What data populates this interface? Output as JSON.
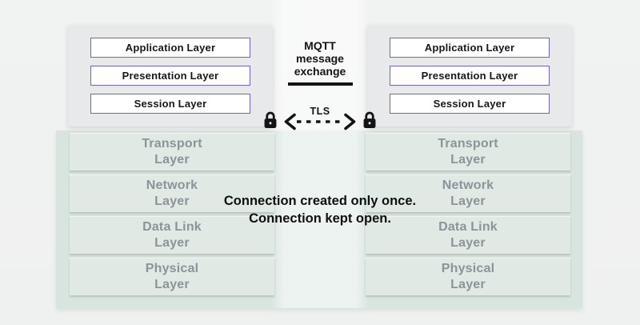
{
  "diagram": {
    "center": {
      "mqtt_label": {
        "line1": "MQTT",
        "line2": "message",
        "line3": "exchange"
      },
      "tls_label": "TLS",
      "note_line1": "Connection created only once.",
      "note_line2": "Connection kept open."
    },
    "left_stack": {
      "upper_layers": [
        "Application Layer",
        "Presentation Layer",
        "Session Layer"
      ],
      "lower_layers": [
        {
          "line1": "Transport",
          "line2": "Layer"
        },
        {
          "line1": "Network",
          "line2": "Layer"
        },
        {
          "line1": "Data Link",
          "line2": "Layer"
        },
        {
          "line1": "Physical",
          "line2": "Layer"
        }
      ]
    },
    "right_stack": {
      "upper_layers": [
        "Application Layer",
        "Presentation Layer",
        "Session Layer"
      ],
      "lower_layers": [
        {
          "line1": "Transport",
          "line2": "Layer"
        },
        {
          "line1": "Network",
          "line2": "Layer"
        },
        {
          "line1": "Data Link",
          "line2": "Layer"
        },
        {
          "line1": "Physical",
          "line2": "Layer"
        }
      ]
    },
    "icons": [
      "lock-icon",
      "tls-dashed-arrow-icon"
    ],
    "colors": {
      "accent_purple": "#7161cd",
      "band_green": "#d8e4de",
      "lower_box_green": "#e0e9e4",
      "upper_card_gray": "#e8e9eb",
      "muted_text_gray": "#8c9399",
      "dark_text": "#141414",
      "page_background": "#f0f1f0"
    }
  }
}
